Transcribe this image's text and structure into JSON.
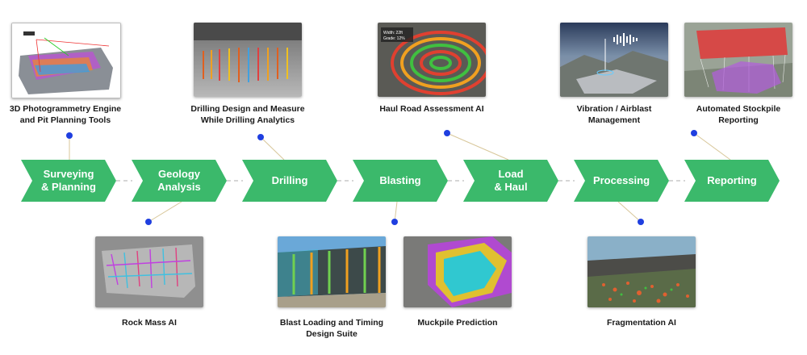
{
  "stages": [
    {
      "label": "Surveying\n& Planning"
    },
    {
      "label": "Geology\nAnalysis"
    },
    {
      "label": "Drilling"
    },
    {
      "label": "Blasting"
    },
    {
      "label": "Load\n& Haul"
    },
    {
      "label": "Processing"
    },
    {
      "label": "Reporting"
    }
  ],
  "top_tools": [
    {
      "label": "3D Photogrammetry Engine\nand Pit Planning Tools",
      "icon": "photogrammetry-image"
    },
    {
      "label": "Drilling Design and Measure\nWhile Drilling Analytics",
      "icon": "drilling-image"
    },
    {
      "label": "Haul Road Assessment AI",
      "icon": "haul-road-image",
      "overlay": [
        "Width: 22ft",
        "Grade: 12%"
      ]
    },
    {
      "label": "Vibration / Airblast\nManagement",
      "icon": "vibration-image"
    },
    {
      "label": "Automated Stockpile\nReporting",
      "icon": "stockpile-image"
    }
  ],
  "bottom_tools": [
    {
      "label": "Rock Mass AI",
      "icon": "rock-mass-image"
    },
    {
      "label": "Blast Loading and Timing\nDesign Suite",
      "icon": "blast-loading-image"
    },
    {
      "label": "Muckpile Prediction",
      "icon": "muckpile-image"
    },
    {
      "label": "Fragmentation AI",
      "icon": "fragmentation-image"
    }
  ],
  "colors": {
    "stage_fill": "#3bb96b",
    "dot": "#1f3fe0",
    "connector": "#d8c79a",
    "dash": "#c8c8c8"
  }
}
